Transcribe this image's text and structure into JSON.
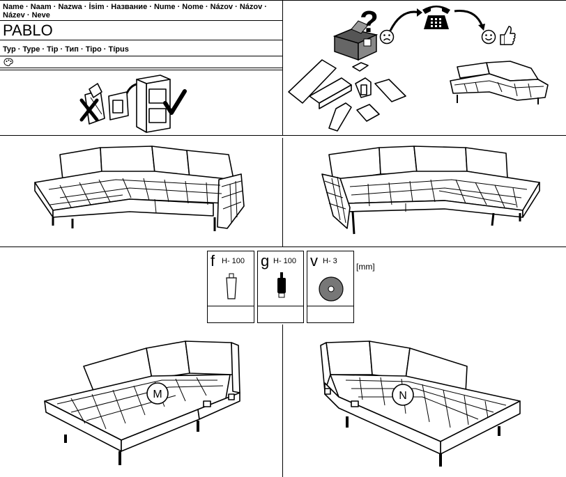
{
  "header": {
    "name_labels_line1": "Name · Naam · Nazwa · İsim · Название · Nume · Nome · Názov · Názov ·",
    "name_labels_line2": "Název · Neve",
    "product_name": "PABLO",
    "type_labels": "Typ · Type · Tip · Тип · Tipo · Típus"
  },
  "feet": {
    "unit": "[mm]",
    "items": [
      {
        "letter": "f",
        "height": "H- 100"
      },
      {
        "letter": "g",
        "height": "H- 100"
      },
      {
        "letter": "v",
        "height": "H- 3"
      }
    ]
  },
  "variants": {
    "left_marker": "M",
    "right_marker": "N"
  },
  "icons": [
    "palette-icon",
    "question-mark-icon",
    "telephone-icon",
    "sad-face-icon",
    "smiley-face-icon",
    "thumbs-up-icon",
    "checkmark-icon",
    "cross-icon"
  ]
}
